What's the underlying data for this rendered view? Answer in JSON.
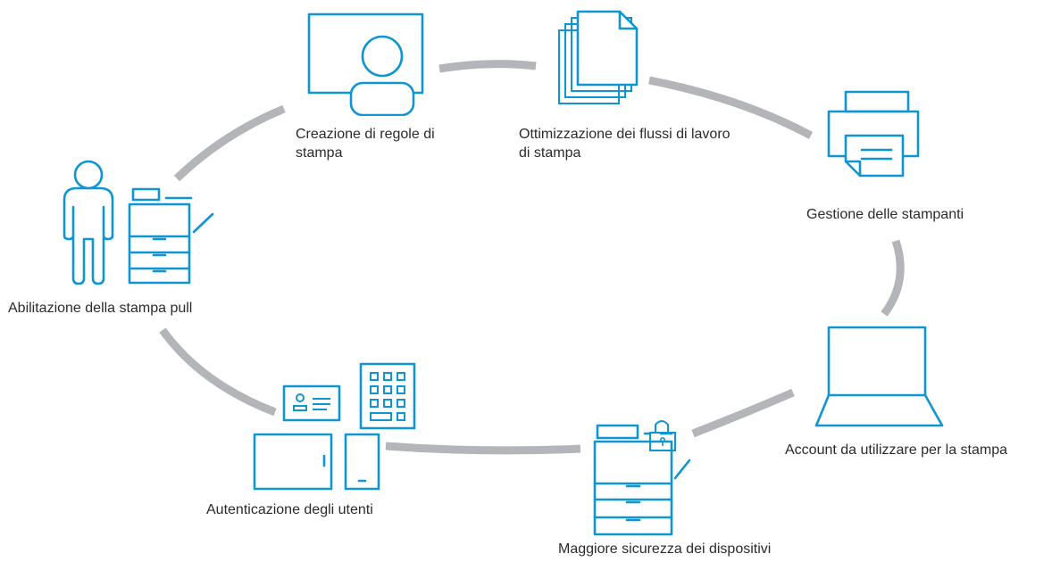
{
  "colors": {
    "icon": "#0f96d2",
    "connector": "#b3b5b8",
    "text": "#2b2b2b"
  },
  "nodes": [
    {
      "id": "creazione",
      "icon": "presenter-board-icon",
      "label_lines": [
        "Creazione di regole di",
        "stampa"
      ]
    },
    {
      "id": "ottimizzazione",
      "icon": "document-stack-icon",
      "label_lines": [
        "Ottimizzazione dei flussi di lavoro",
        "di stampa"
      ]
    },
    {
      "id": "gestione",
      "icon": "printer-icon",
      "label_lines": [
        "Gestione delle stampanti"
      ]
    },
    {
      "id": "account",
      "icon": "laptop-icon",
      "label_lines": [
        "Account da utilizzare per la stampa"
      ]
    },
    {
      "id": "sicurezza",
      "icon": "locked-mfp-printer-icon",
      "label_lines": [
        "Maggiore sicurezza dei dispositivi"
      ]
    },
    {
      "id": "autenticazione",
      "icon": "id-card-keypad-reader-icon",
      "label_lines": [
        "Autenticazione degli utenti"
      ]
    },
    {
      "id": "abilitazione",
      "icon": "person-mfp-printer-icon",
      "label_lines": [
        "Abilitazione della stampa pull"
      ]
    }
  ]
}
